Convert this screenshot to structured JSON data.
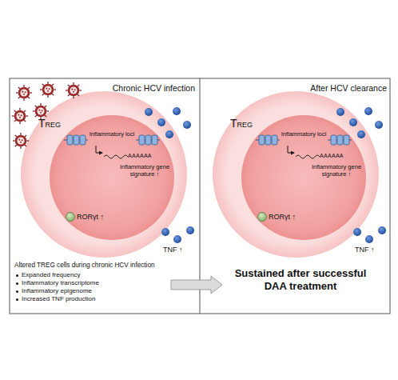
{
  "diagram": {
    "nodes": [
      {
        "text": [
          "Chronic HCV infection"
        ]
      },
      {
        "text": [
          "TREG"
        ],
        "in": 0
      },
      {
        "text": [
          "Inflammatory loci",
          "AAAAAA",
          "Inflammatory gene signature ↑",
          "RORγt ↑"
        ],
        "in": 1
      },
      {
        "text": [
          "Altered TREG cells during chronic HCV infection",
          "Expanded frequency",
          "Inflammatory transcriptome",
          "Inflammatory epigenome",
          "Increased TNF production"
        ],
        "in": 0
      },
      {
        "text": [
          "After HCV clearance"
        ]
      },
      {
        "text": [
          "TREG"
        ],
        "in": 4
      },
      {
        "text": [
          "Inflammatory loci",
          "AAAAAA",
          "Inflammatory gene signature ↑",
          "RORγt ↑"
        ],
        "in": 5
      },
      {
        "text": [
          "Sustained after successful DAA treatment"
        ],
        "in": 4
      }
    ],
    "edges": [
      {
        "from": 3,
        "to": 7,
        "arrow": "to"
      }
    ],
    "labels": [
      "TNF ↑",
      "TNF ↑"
    ]
  }
}
